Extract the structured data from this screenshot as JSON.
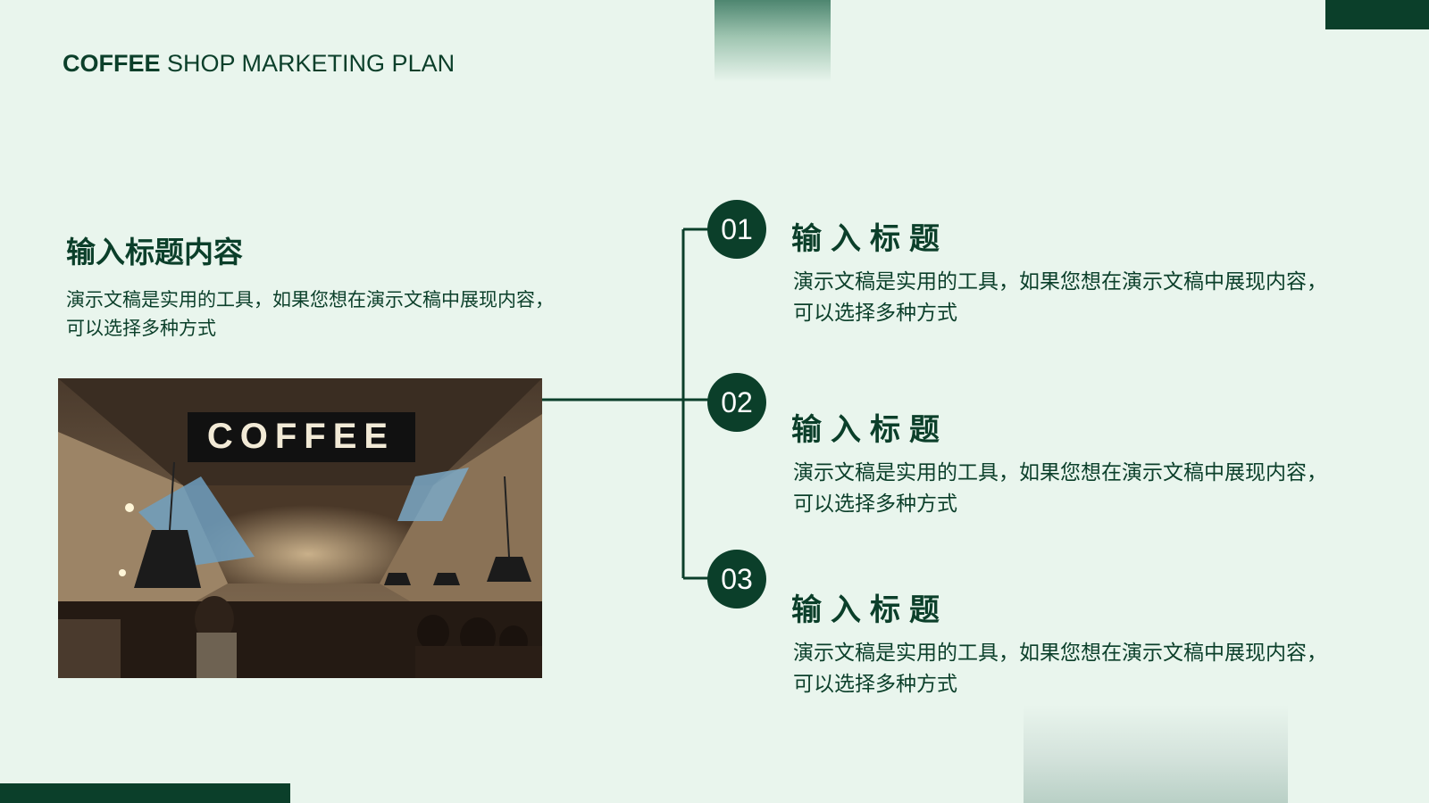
{
  "header": {
    "title_bold": "COFFEE",
    "title_rest": " SHOP MARKETING PLAN"
  },
  "left": {
    "heading": "输入标题内容",
    "description": "演示文稿是实用的工具，如果您想在演示文稿中展现内容，可以选择多种方式",
    "photo": {
      "sign_text": "COFFEE"
    }
  },
  "items": [
    {
      "number": "01",
      "title": "输入标题",
      "description": "演示文稿是实用的工具，如果您想在演示文稿中展现内容，可以选择多种方式"
    },
    {
      "number": "02",
      "title": "输入标题",
      "description": "演示文稿是实用的工具，如果您想在演示文稿中展现内容，可以选择多种方式"
    },
    {
      "number": "03",
      "title": "输入标题",
      "description": "演示文稿是实用的工具，如果您想在演示文稿中展现内容，可以选择多种方式"
    }
  ],
  "colors": {
    "background": "#e9f5ed",
    "primary": "#0b3f2a"
  }
}
